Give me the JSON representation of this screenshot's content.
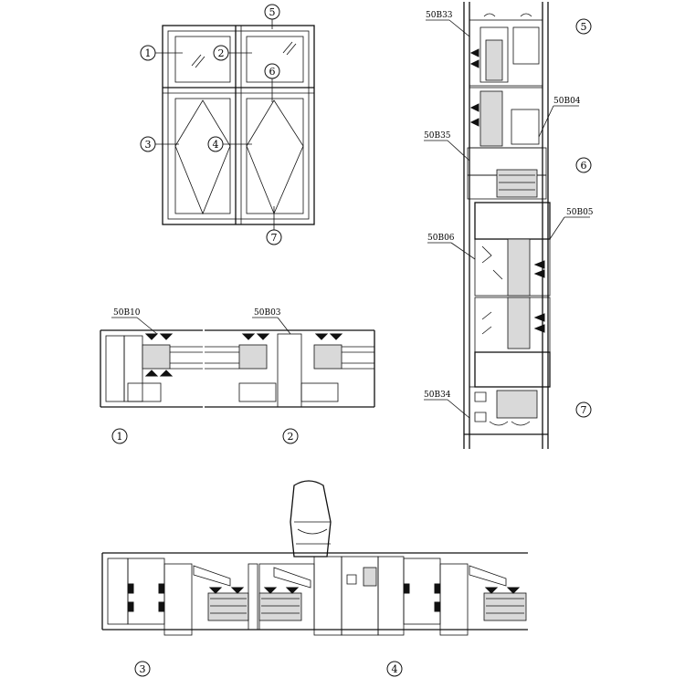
{
  "elevation": {
    "callouts": [
      "1",
      "2",
      "3",
      "4",
      "5",
      "6",
      "7"
    ]
  },
  "vertical_section": {
    "part_labels": [
      "50B33",
      "50B04",
      "50B35",
      "50B05",
      "50B06",
      "50B34"
    ],
    "callouts": [
      "5",
      "6",
      "7"
    ]
  },
  "section_1": {
    "part_label": "50B10",
    "callout": "1"
  },
  "section_2": {
    "part_label": "50B03",
    "callout": "2"
  },
  "section_3_4": {
    "callouts": [
      "3",
      "4"
    ]
  }
}
